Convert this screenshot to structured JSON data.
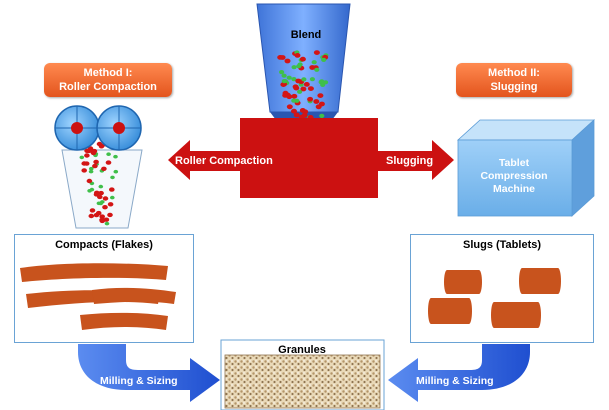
{
  "blend": {
    "label": "Blend"
  },
  "method_one": {
    "line1": "Method I:",
    "line2": "Roller Compaction"
  },
  "method_two": {
    "line1": "Method II:",
    "line2": "Slugging"
  },
  "arrows": {
    "left_label": "Roller Compaction",
    "right_label": "Slugging"
  },
  "machine": {
    "line1": "Tablet",
    "line2": "Compression",
    "line3": "Machine"
  },
  "compacts": {
    "title": "Compacts (Flakes)"
  },
  "slugs": {
    "title": "Slugs (Tablets)"
  },
  "granules": {
    "title": "Granules"
  },
  "milling": {
    "left_label": "Milling & Sizing",
    "right_label": "Milling & Sizing"
  },
  "colors": {
    "red": "#cc1111",
    "blue": "#2f6bd8",
    "orange_badge": "#f06a2e",
    "flake": "#c8531d",
    "machine": "#7ab8ee"
  }
}
